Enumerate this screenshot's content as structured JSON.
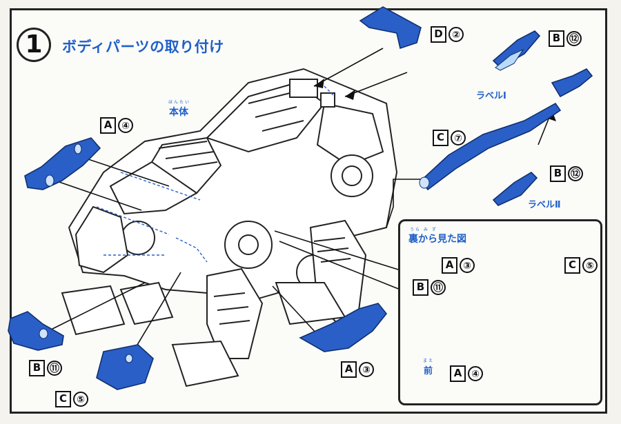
{
  "step": {
    "number": "1",
    "title": "ボディパーツの取り付け"
  },
  "body_label": {
    "text": "本体",
    "ruby": "ほんたい"
  },
  "inset": {
    "title": "裏から見た図",
    "ruby": "うら み ず",
    "front_label": "前",
    "front_ruby": "まえ"
  },
  "part_labels": [
    {
      "runner": "D",
      "number": "②"
    },
    {
      "runner": "B",
      "number": "⑫"
    },
    {
      "runner": "C",
      "number": "⑦"
    },
    {
      "runner": "B",
      "number": "⑫"
    },
    {
      "runner": "A",
      "number": "④"
    },
    {
      "runner": "B",
      "number": "⑪"
    },
    {
      "runner": "C",
      "number": "⑤"
    },
    {
      "runner": "A",
      "number": "③"
    }
  ],
  "inset_labels": [
    {
      "runner": "A",
      "number": "③"
    },
    {
      "runner": "C",
      "number": "⑤"
    },
    {
      "runner": "B",
      "number": "⑪"
    },
    {
      "runner": "A",
      "number": "④"
    }
  ],
  "sticker_labels": [
    {
      "text": "ラベルⅠ"
    },
    {
      "text": "ラベルⅡ"
    }
  ],
  "colors": {
    "part_blue": "#2a5fc7",
    "inset_blue": "#8fc1ee",
    "title_blue": "#1f5fc9"
  }
}
